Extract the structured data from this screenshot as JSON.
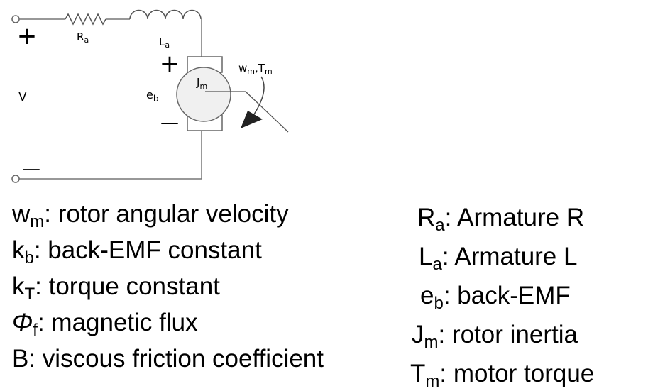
{
  "circuit": {
    "plus_left": "+",
    "minus_left": "—",
    "v_label": "V",
    "ra_main": "R",
    "ra_sub": "a",
    "la_main": "L",
    "la_sub": "a",
    "plus_motor": "+",
    "minus_motor": "—",
    "eb_main": "e",
    "eb_sub": "b",
    "jm_main": "J",
    "jm_sub": "m",
    "w_main": "w",
    "w_sub": "m",
    "w_sep": ",",
    "t_main": "T",
    "t_sub": "m"
  },
  "legend_left": [
    {
      "sym": "w",
      "sub": "m",
      "desc": ": rotor angular velocity"
    },
    {
      "sym": "k",
      "sub": "b",
      "desc": ": back-EMF constant"
    },
    {
      "sym": "k",
      "sub": "T",
      "desc": ": torque constant"
    },
    {
      "sym": "Φ",
      "sub": "f",
      "desc": ": magnetic flux"
    },
    {
      "sym": "B",
      "sub": "",
      "desc": ": viscous friction coefficient"
    }
  ],
  "legend_right": [
    {
      "sym": "R",
      "sub": "a",
      "desc": ": Armature R"
    },
    {
      "sym": "L",
      "sub": "a",
      "desc": ": Armature L"
    },
    {
      "sym": "e",
      "sub": "b",
      "desc": ": back-EMF"
    },
    {
      "sym": "J",
      "sub": "m",
      "desc": ": rotor inertia"
    },
    {
      "sym": "T",
      "sub": "m",
      "desc": ": motor torque"
    }
  ]
}
